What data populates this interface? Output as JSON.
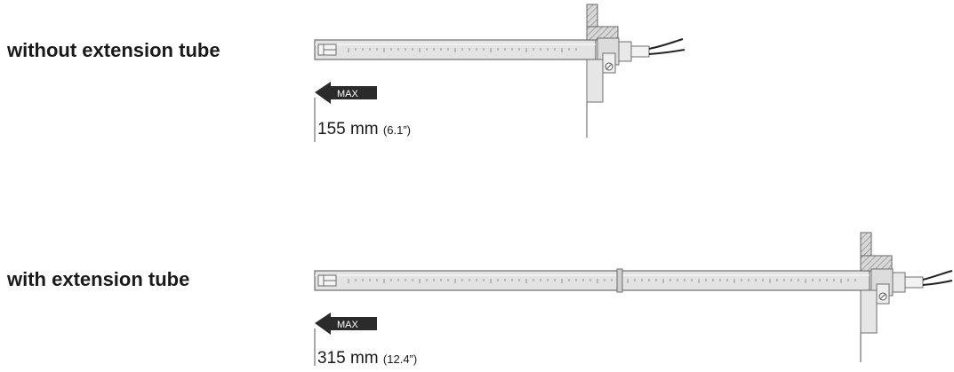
{
  "variants": [
    {
      "label": "without extension tube",
      "length_mm": "155 mm",
      "length_in": "(6.1”)",
      "max_label": "MAX",
      "extension_tube": false
    },
    {
      "label": "with extension tube",
      "length_mm": "315 mm",
      "length_in": "(12.4”)",
      "max_label": "MAX",
      "extension_tube": true
    }
  ],
  "colors": {
    "tube_fill": "#e3e3e3",
    "tube_stroke": "#6e6e6e",
    "arrow_fill": "#2b2b2b",
    "hatch": "#8a8a8a",
    "line": "#555555"
  }
}
